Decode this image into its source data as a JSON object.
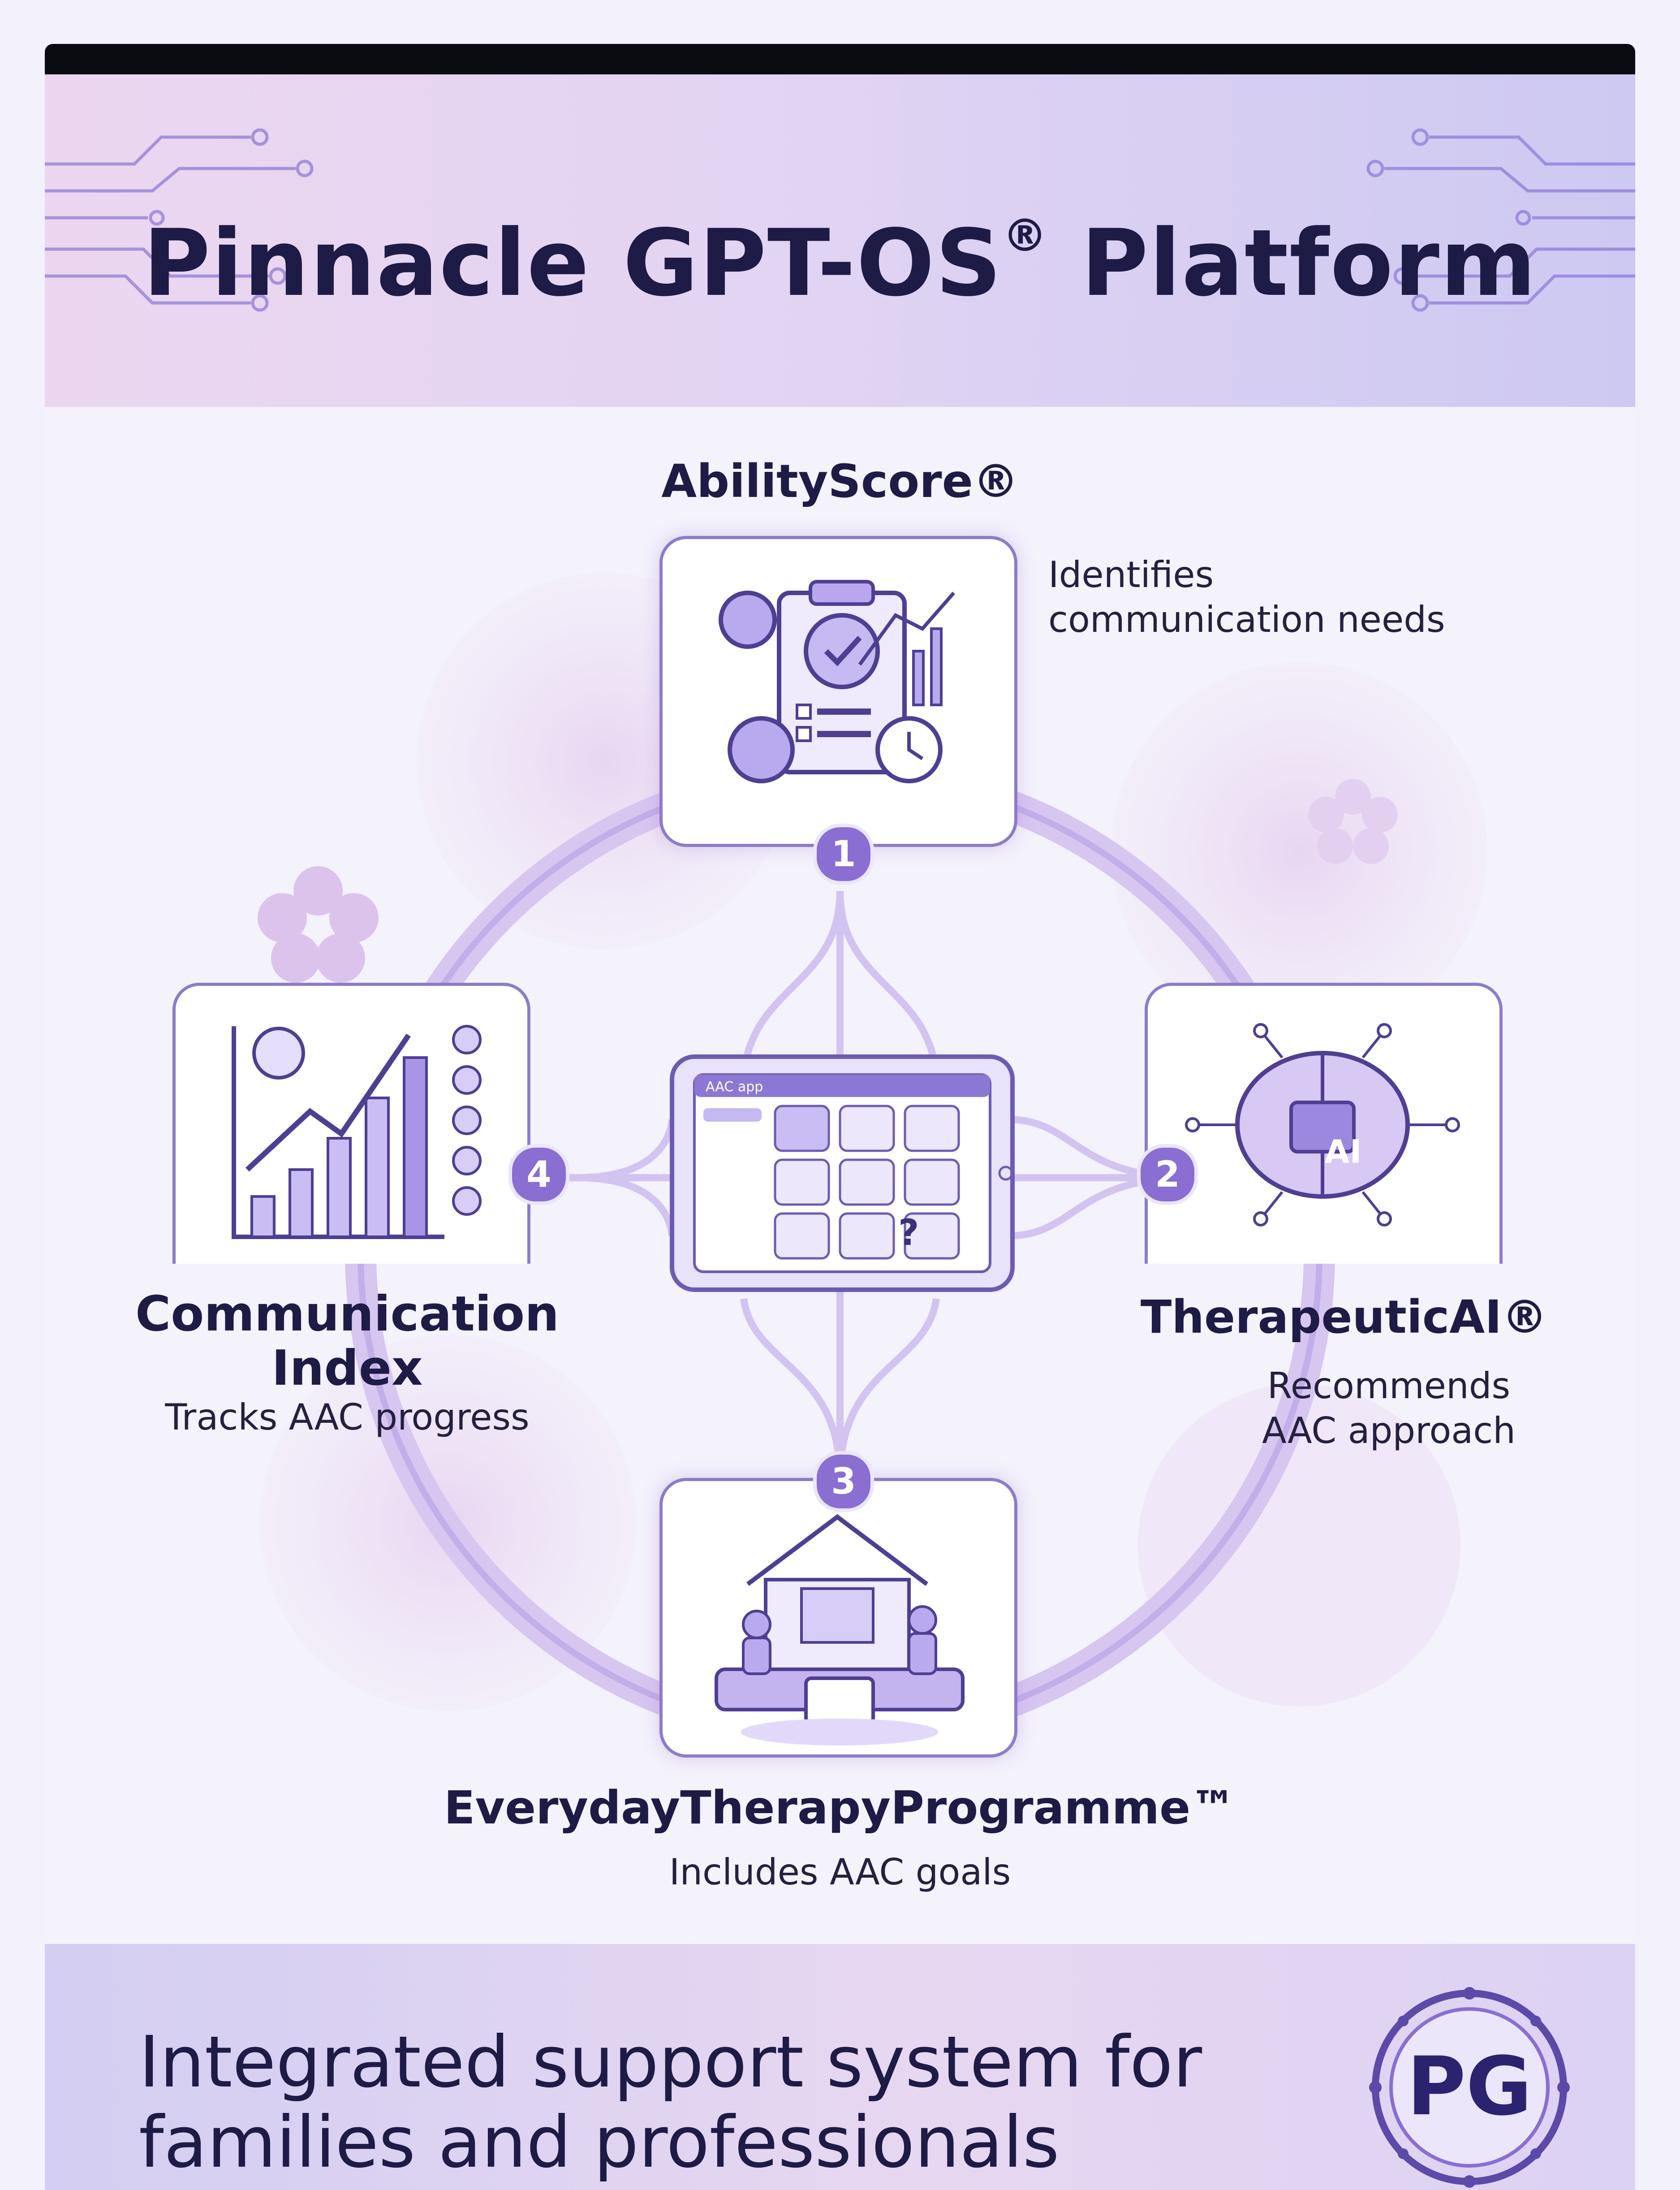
{
  "header": {
    "title": "Pinnacle GPT-OS",
    "title_mark": "®",
    "title_suffix": " Platform"
  },
  "nodes": [
    {
      "number": "1",
      "title": "AbilityScore®",
      "description_lines": [
        "Identifies",
        "communication needs"
      ],
      "icon": "assessment-clipboard-icon"
    },
    {
      "number": "2",
      "title": "TherapeuticAI®",
      "description_lines": [
        "Recommends",
        "AAC approach"
      ],
      "icon": "ai-brain-icon",
      "icon_text": "AI"
    },
    {
      "number": "3",
      "title": "EverydayTherapyProgramme™",
      "description_lines": [
        "Includes AAC goals"
      ],
      "icon": "family-home-icon"
    },
    {
      "number": "4",
      "title_lines": [
        "Communication",
        "Index"
      ],
      "description_lines": [
        "Tracks AAC progress"
      ],
      "icon": "progress-chart-icon"
    }
  ],
  "center": {
    "app_label": "AAC app",
    "icon": "aac-tablet-icon",
    "help_symbol": "?"
  },
  "footer": {
    "tagline_lines": [
      "Integrated support system for",
      "families and professionals"
    ],
    "logo": "pg-logo-icon",
    "logo_text": "PG"
  },
  "colors": {
    "accent": "#8a6ed2",
    "title": "#1e1b46",
    "card_border": "#8d7cc9",
    "ring": "#c7b3ea"
  }
}
